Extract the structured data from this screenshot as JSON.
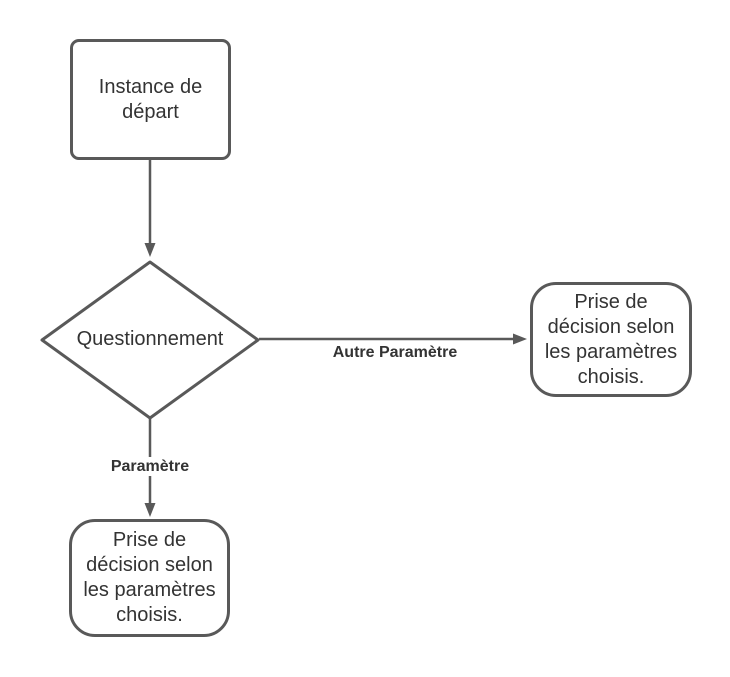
{
  "diagram": {
    "background_color": "#ffffff",
    "stroke_color": "#595959",
    "text_color": "#333333",
    "nodes": {
      "start": {
        "shape": "rounded-rectangle",
        "label": "Instance de départ"
      },
      "decision": {
        "shape": "diamond",
        "label": "Questionnement"
      },
      "outcome_right": {
        "shape": "rounded-rectangle",
        "label": "Prise de décision selon les paramètres choisis."
      },
      "outcome_bottom": {
        "shape": "rounded-rectangle",
        "label": "Prise de décision selon les paramètres choisis."
      }
    },
    "edges": {
      "start_to_decision": {
        "label": ""
      },
      "decision_to_right": {
        "label": "Autre Paramètre"
      },
      "decision_to_bottom": {
        "label": "Paramètre"
      }
    }
  }
}
